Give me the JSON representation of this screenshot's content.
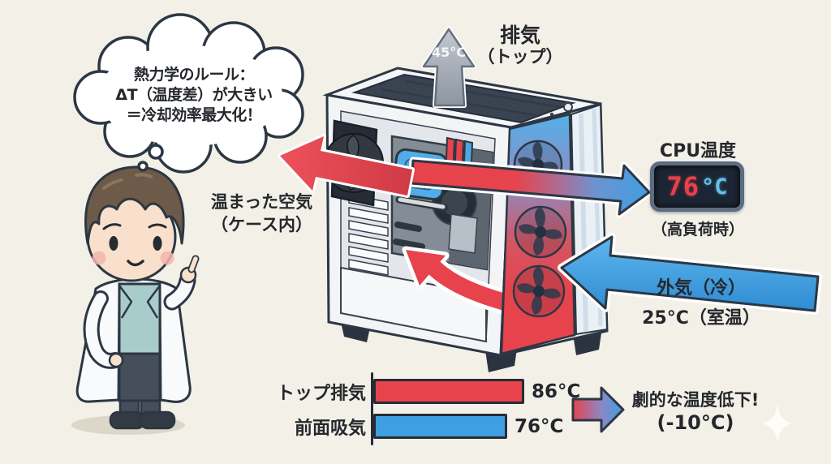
{
  "thought_bubble": {
    "line1": "熱力学のルール：",
    "line2": "ΔT（温度差）が大きい",
    "line3": "＝冷却効率最大化！"
  },
  "top_exhaust": {
    "title": "排気",
    "subtitle": "（トップ）",
    "arrow_temp": "45°C"
  },
  "warm_air": {
    "line1": "温まった空気",
    "line2": "（ケース内）"
  },
  "cpu_temp": {
    "title": "CPU温度",
    "value": "76",
    "unit": "°C",
    "note": "（高負荷時）"
  },
  "outside_air": {
    "line1": "外気（冷）",
    "line2": "25°C（室温）"
  },
  "result": {
    "line1": "劇的な温度低下!",
    "line2": "(-10°C)"
  },
  "chart_data": {
    "type": "bar",
    "orientation": "horizontal",
    "title": "",
    "categories": [
      "トップ排気",
      "前面吸気"
    ],
    "values": [
      86,
      76
    ],
    "value_labels": [
      "86°C",
      "76°C"
    ],
    "unit": "°C",
    "colors": [
      "#e6434d",
      "#3f9fe2"
    ],
    "xlim": [
      0,
      90
    ],
    "grid": false,
    "legend": "none"
  },
  "colors": {
    "background": "#f3f0e7",
    "hot_red": "#e6434d",
    "cold_blue": "#3f9fe2",
    "outline_navy": "#2c3744",
    "gray_arrow": "#9aa2ac",
    "display_bg": "#1b2533",
    "display_digit": "#e8414b",
    "display_unit": "#66c2e8"
  },
  "icons": {
    "sparkle": "four-point-star"
  }
}
